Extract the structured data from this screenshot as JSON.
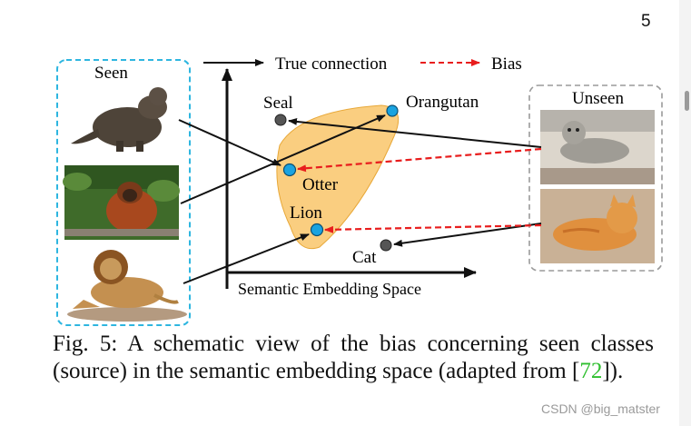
{
  "page": {
    "number": "5",
    "watermark": "CSDN @big_matster"
  },
  "figure": {
    "seen_title": "Seen",
    "unseen_title": "Unseen",
    "legend": {
      "true_connection": "True connection",
      "bias": "Bias"
    },
    "axis_label": "Semantic Embedding Space",
    "points": {
      "seal": "Seal",
      "orangutan": "Orangutan",
      "otter": "Otter",
      "lion": "Lion",
      "cat": "Cat"
    },
    "images": {
      "seen": [
        "otter",
        "orangutan",
        "lion"
      ],
      "unseen": [
        "seal",
        "cat"
      ]
    },
    "colors": {
      "seen_box": "#2eb6e0",
      "unseen_box": "#9a9a9a",
      "region_fill": "#f9c56a",
      "seen_point": "#1aa3e0",
      "unseen_point": "#555555",
      "bias_arrow": "#e81d1d"
    }
  },
  "caption": {
    "prefix": "Fig. 5: A schematic view of the bias concerning seen classes (source) in the semantic embedding space (adapted from [",
    "ref": "72",
    "suffix": "])."
  }
}
